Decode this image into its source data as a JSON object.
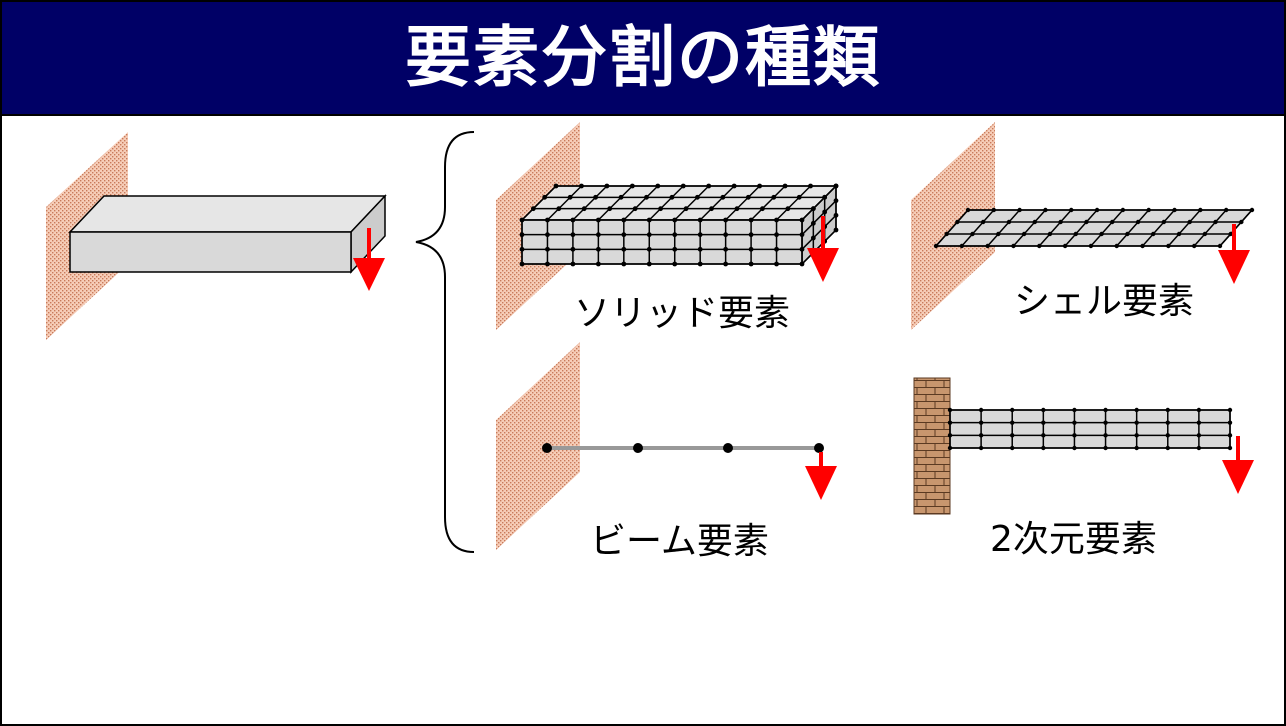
{
  "title": "要素分割の種類",
  "labels": {
    "solid": "ソリッド要素",
    "shell": "シェル要素",
    "beam": "ビーム要素",
    "two_d": "2次元要素"
  },
  "colors": {
    "title_bg": "#000066",
    "title_text": "#ffffff",
    "wall": "#f0b49a",
    "brick": "#c8966e",
    "load_arrow": "#ff0000",
    "element_fill": "#d9d9d9"
  },
  "icons": {
    "wall": "hatched-wall",
    "brick_wall": "brick-wall",
    "load": "red-down-arrow",
    "brace": "curly-brace"
  }
}
